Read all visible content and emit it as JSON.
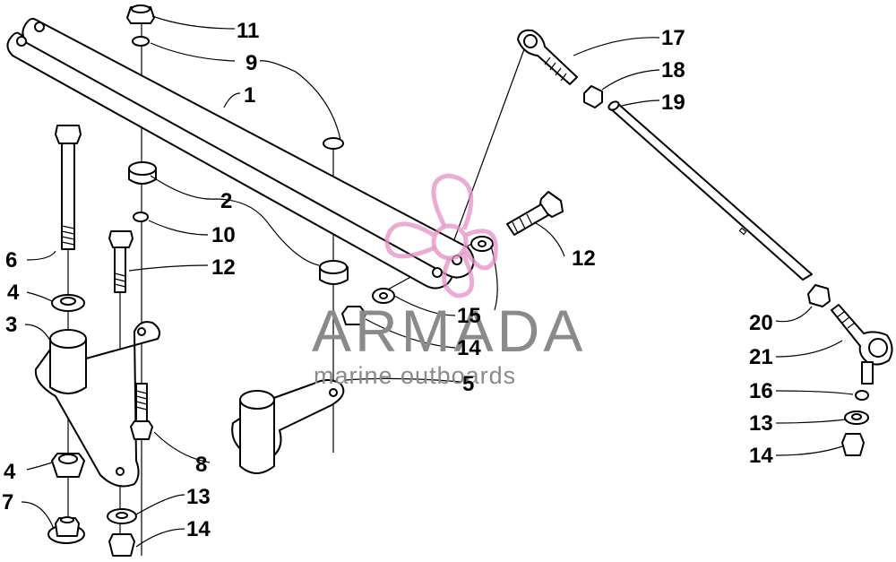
{
  "callouts": {
    "c1": "1",
    "c2": "2",
    "c3": "3",
    "c4a": "4",
    "c4b": "4",
    "c5": "5",
    "c6": "6",
    "c7": "7",
    "c8": "8",
    "c9": "9",
    "c10": "10",
    "c11": "11",
    "c12a": "12",
    "c12b": "12",
    "c13a": "13",
    "c13b": "13",
    "c14a": "14",
    "c14b": "14",
    "c14c": "14",
    "c15": "15",
    "c16": "16",
    "c17": "17",
    "c18": "18",
    "c19": "19",
    "c20": "20",
    "c21": "21"
  },
  "watermark": {
    "brand": "ARMADA",
    "tagline": "marine outboards",
    "logo_color": "#e58fc4",
    "text_color": "#8a8a8a"
  }
}
